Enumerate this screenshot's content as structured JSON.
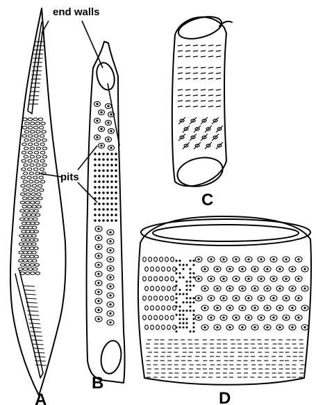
{
  "annotations": {
    "end_walls": "end walls",
    "pits": "pits"
  },
  "panels": {
    "a": "A",
    "b": "B",
    "c": "C",
    "d": "D"
  },
  "colors": {
    "ink": "#000000",
    "paper": "#ffffff"
  }
}
